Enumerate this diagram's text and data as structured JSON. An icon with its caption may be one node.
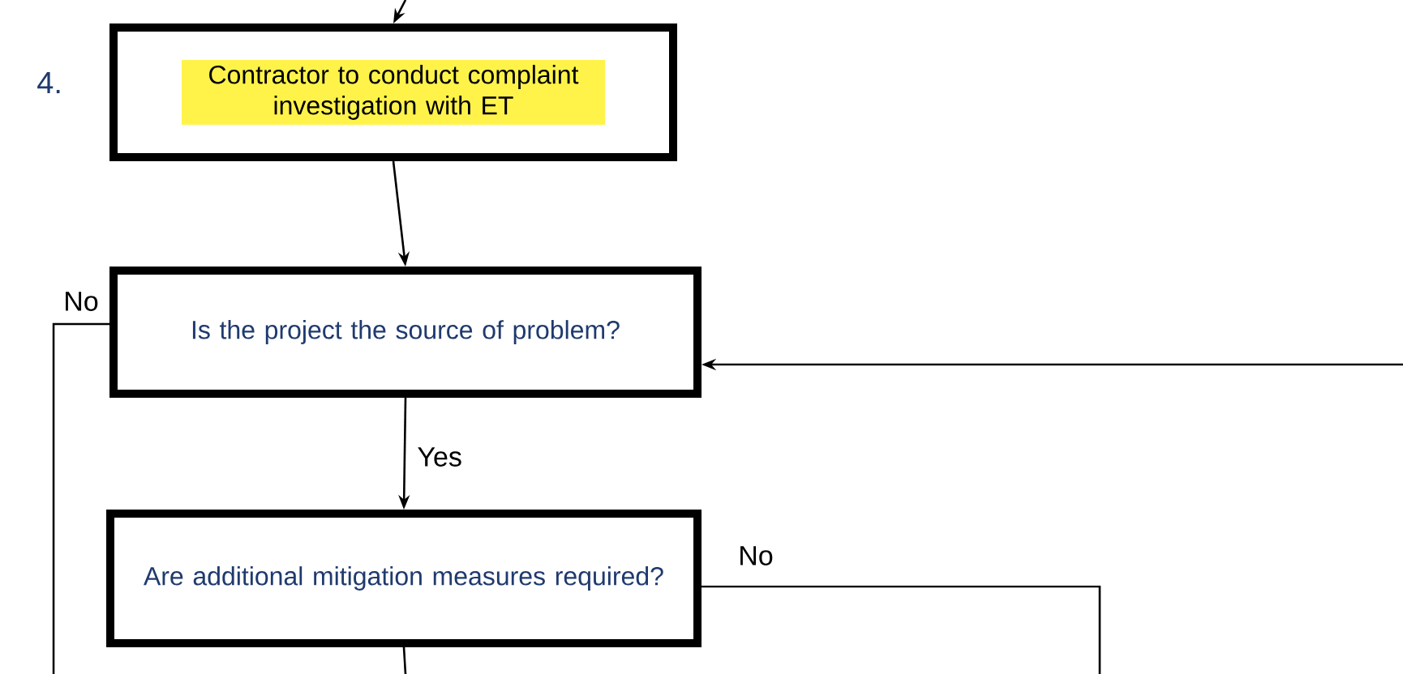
{
  "diagram": {
    "nodes": [
      {
        "text": [
          "Contractor to conduct complaint investigation with ET"
        ],
        "beside": [
          "4."
        ]
      },
      {
        "text": [
          "Is the project the source of problem?"
        ]
      },
      {
        "text": [
          "Are additional mitigation measures required?"
        ]
      }
    ],
    "edges": [
      {
        "from": null,
        "to": 0,
        "arrow": "to"
      },
      {
        "from": 0,
        "to": 1,
        "arrow": "to"
      },
      {
        "from": 1,
        "to": 2,
        "arrow": "to",
        "label": "Yes"
      },
      {
        "from": null,
        "to": 1,
        "arrow": "to"
      },
      {
        "from": 1,
        "to": null,
        "arrow": "none",
        "label": "No"
      },
      {
        "from": 2,
        "to": null,
        "arrow": "none",
        "label": "No"
      },
      {
        "from": 2,
        "to": null,
        "arrow": "none"
      }
    ]
  }
}
